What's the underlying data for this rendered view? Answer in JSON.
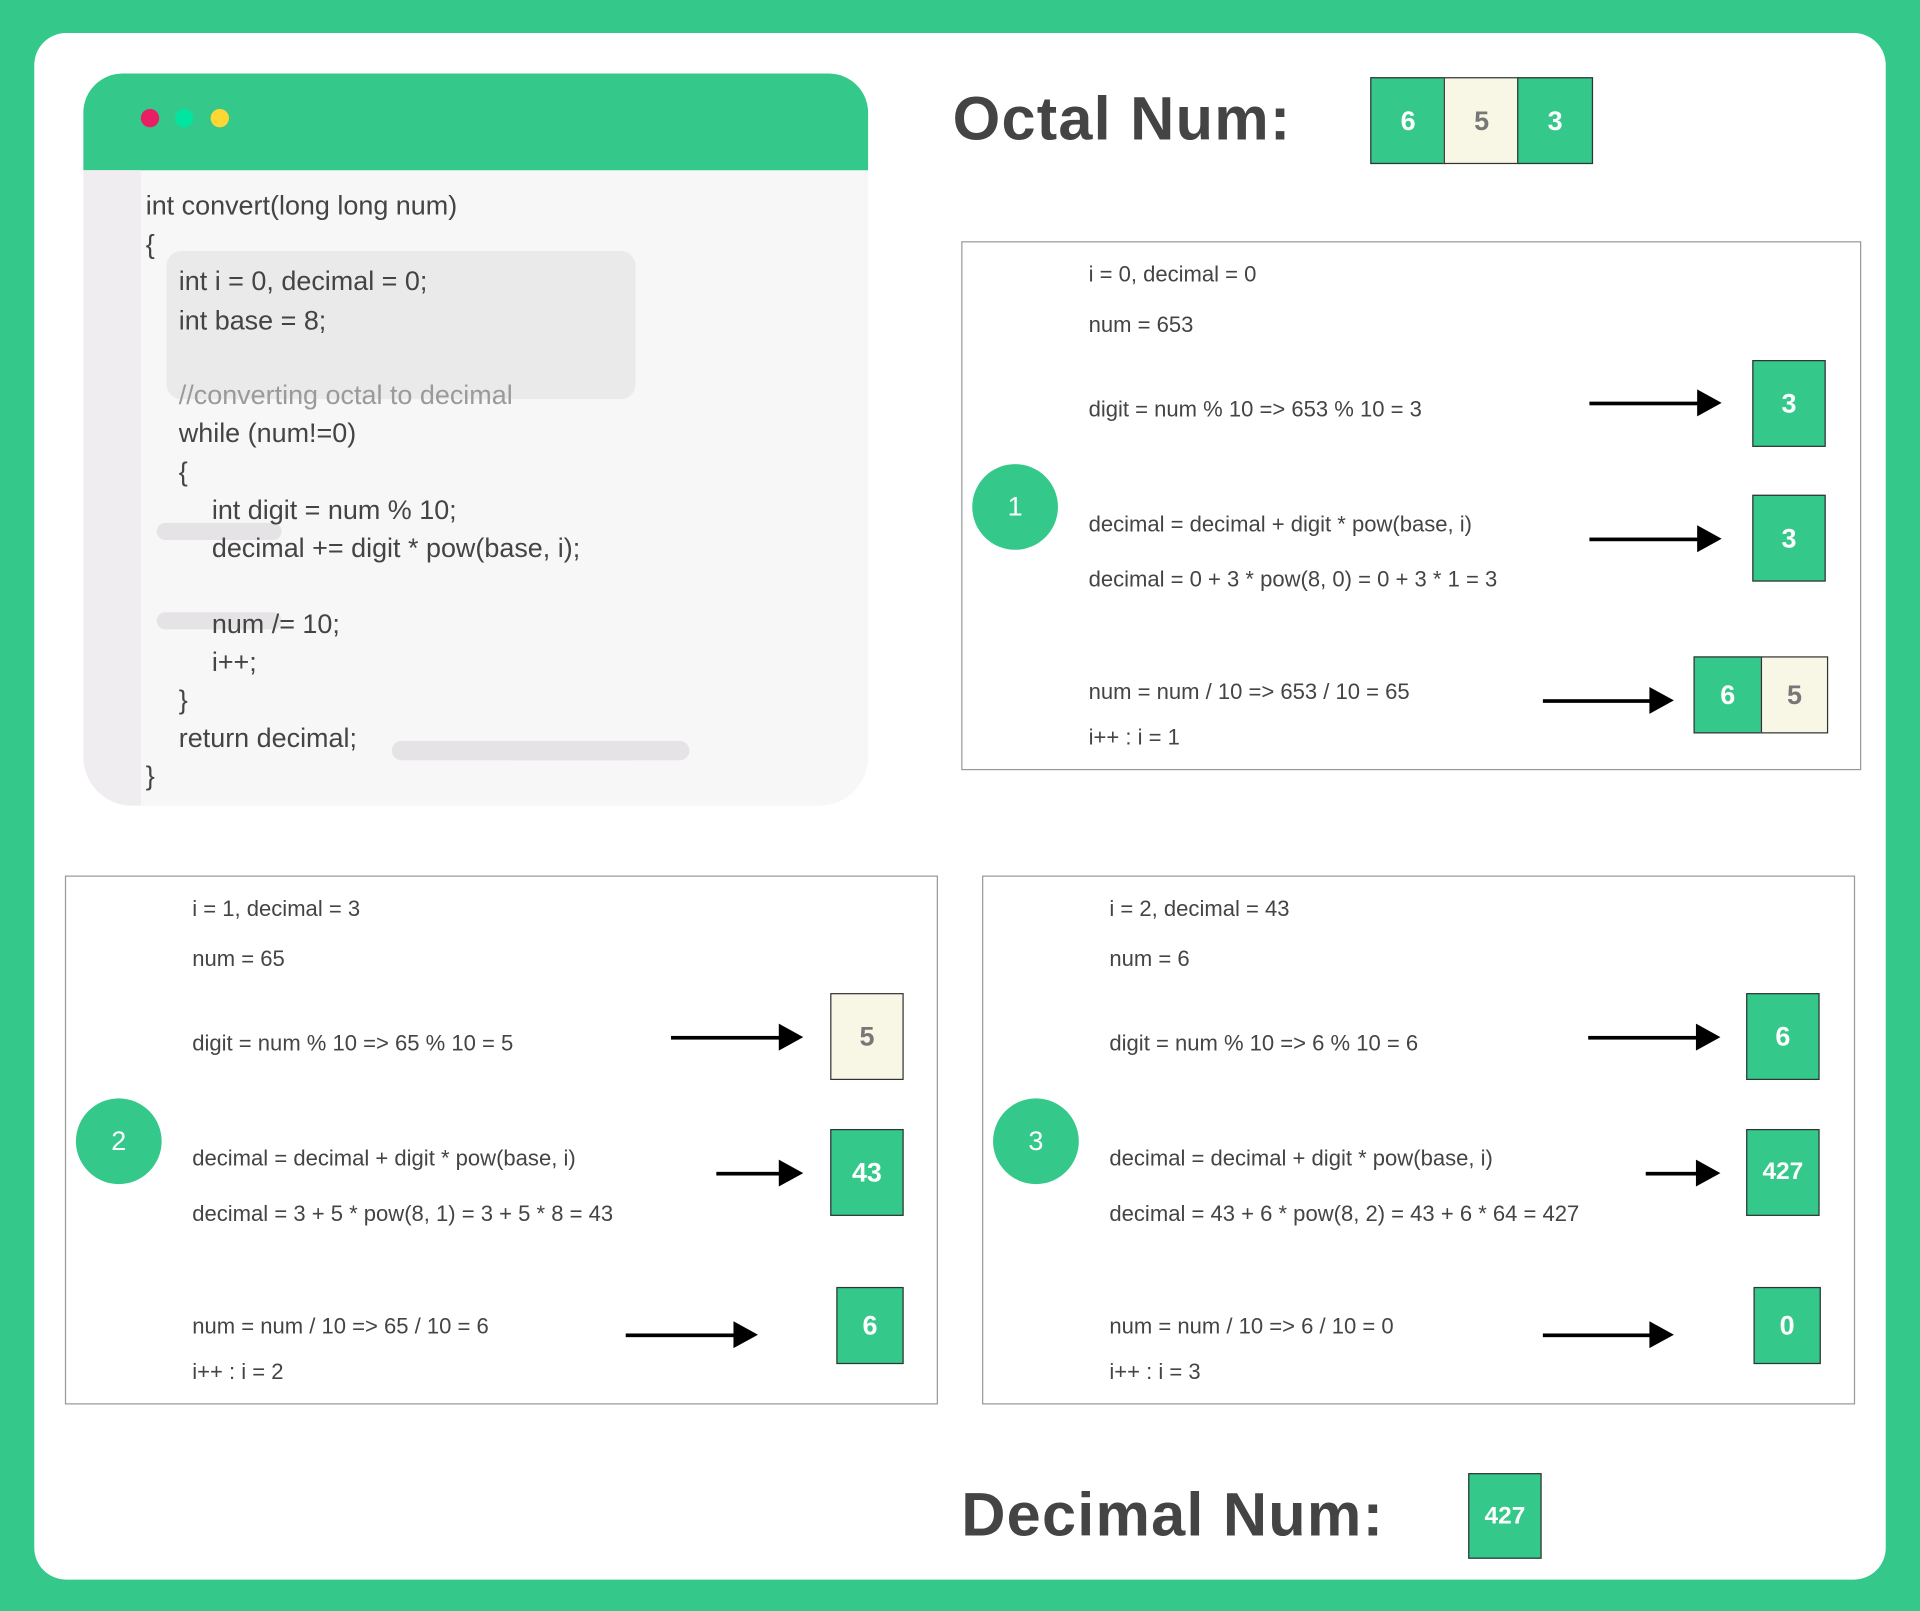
{
  "colors": {
    "accent": "#34c88a",
    "beige": "#f8f7e6",
    "text": "#444444",
    "dot_red": "#e91e63",
    "dot_green": "#00e5a0",
    "dot_yellow": "#fdd835"
  },
  "code": {
    "lines": [
      "int convert(long long num)",
      "{",
      "int i = 0, decimal = 0;",
      "int base = 8;",
      "//converting octal to decimal",
      "while (num!=0)",
      "{",
      "int digit = num % 10;",
      "decimal += digit * pow(base, i);",
      "num /= 10;",
      "i++;",
      "}",
      "return decimal;",
      "}"
    ]
  },
  "octal": {
    "label": "Octal Num:",
    "digits": [
      "6",
      "5",
      "3"
    ]
  },
  "decimal": {
    "label": "Decimal Num:",
    "value": "427"
  },
  "panels": [
    {
      "step": "1",
      "lines": [
        "i = 0, decimal = 0",
        "num = 653",
        "digit = num % 10 => 653 % 10 = 3",
        "decimal = decimal + digit * pow(base, i)",
        "decimal = 0 + 3 * pow(8, 0) = 0 + 3 * 1 = 3",
        "num = num / 10 => 653 / 10 = 65",
        "i++ : i = 1"
      ],
      "digit_box": "3",
      "decimal_box": "3",
      "num_boxes": [
        "6",
        "5"
      ]
    },
    {
      "step": "2",
      "lines": [
        "i = 1, decimal = 3",
        "num = 65",
        "digit = num % 10 => 65 % 10 = 5",
        "decimal = decimal + digit * pow(base, i)",
        "decimal = 3 + 5 * pow(8, 1) = 3 + 5 * 8 = 43",
        "num = num / 10 => 65 / 10 = 6",
        "i++ : i = 2"
      ],
      "digit_box": "5",
      "decimal_box": "43",
      "num_boxes": [
        "6"
      ]
    },
    {
      "step": "3",
      "lines": [
        "i = 2, decimal = 43",
        "num = 6",
        "digit = num % 10 => 6 % 10 = 6",
        "decimal = decimal + digit * pow(base, i)",
        "decimal = 43 + 6 * pow(8, 2) = 43 + 6 * 64 = 427",
        "num = num / 10 => 6 / 10 = 0",
        "i++ : i = 3"
      ],
      "digit_box": "6",
      "decimal_box": "427",
      "num_boxes": [
        "0"
      ]
    }
  ]
}
